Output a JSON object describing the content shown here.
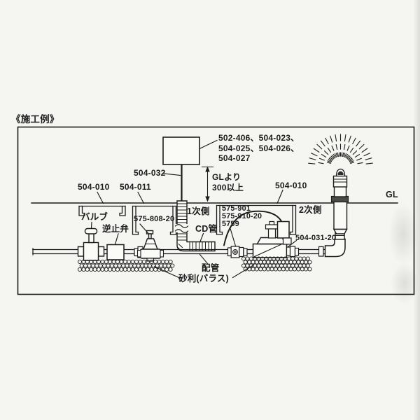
{
  "title": "《施工例》",
  "controller_label": {
    "line1": "502-406、504-023、",
    "line2": "504-025、504-026、",
    "line3": "504-027"
  },
  "labels": {
    "conduit_part": "504-032",
    "height_note_1": "GLより",
    "height_note_2": "300以上",
    "valve_box_left": "504-010",
    "valve_box_mid": "504-011",
    "valve_box_right": "504-010",
    "ground_level": "GL",
    "valve": "バルブ",
    "check_valve": "逆止弁",
    "pressure_reducing_valve": "575-808-20",
    "primary_side": "1次側",
    "cd_pipe": "CD管",
    "solenoid_1": "575-901",
    "solenoid_2": "575-910-20",
    "solenoid_3": "5759",
    "secondary_side": "2次側",
    "elbow_part": "504-031-20",
    "piping": "配管",
    "gravel": "砂利(バラス)"
  }
}
